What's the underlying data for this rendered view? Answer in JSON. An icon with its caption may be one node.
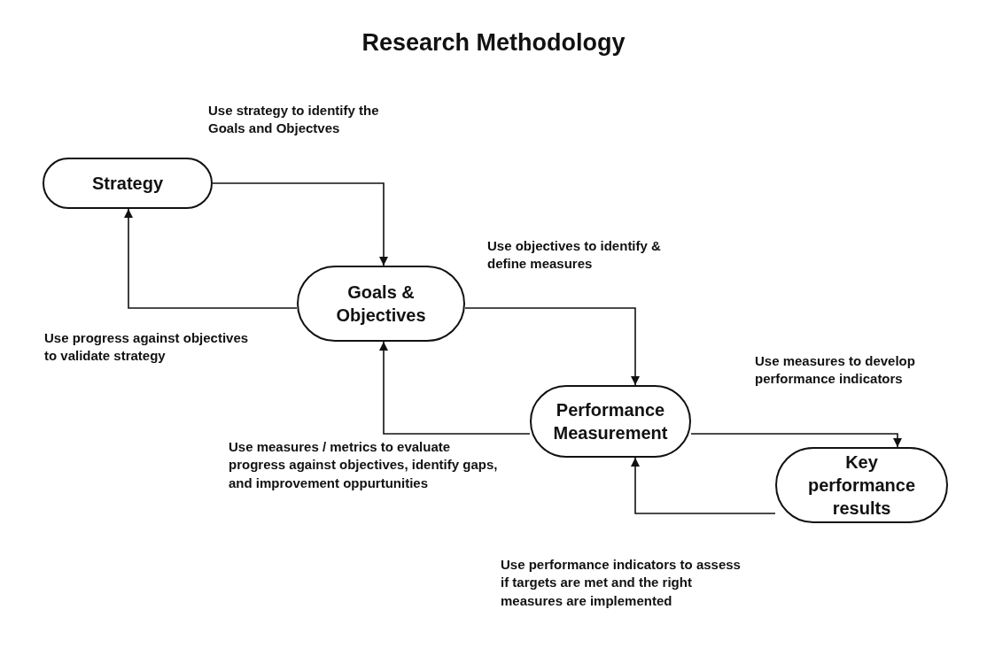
{
  "diagram": {
    "title": "Research Methodology",
    "nodes": [
      {
        "text": [
          "Strategy"
        ]
      },
      {
        "text": [
          "Goals & Objectives"
        ]
      },
      {
        "text": [
          "Performance Measurement"
        ]
      },
      {
        "text": [
          "Key performance results"
        ]
      }
    ],
    "edges": [
      {
        "from": 0,
        "to": 1,
        "arrow": "to",
        "label": "Use strategy to identify the Goals and Objectves"
      },
      {
        "from": 1,
        "to": 0,
        "arrow": "to",
        "label": "Use progress against objectives to validate strategy"
      },
      {
        "from": 1,
        "to": 2,
        "arrow": "to",
        "label": "Use objectives to identify & define measures"
      },
      {
        "from": 2,
        "to": 1,
        "arrow": "to",
        "label": "Use measures / metrics to evaluate progress against objectives, identify gaps, and improvement oppurtunities"
      },
      {
        "from": 2,
        "to": 3,
        "arrow": "to",
        "label": "Use measures to develop performance indicators"
      },
      {
        "from": 3,
        "to": 2,
        "arrow": "to",
        "label": "Use performance indicators to assess if targets are met and the right measures are implemented"
      }
    ]
  }
}
